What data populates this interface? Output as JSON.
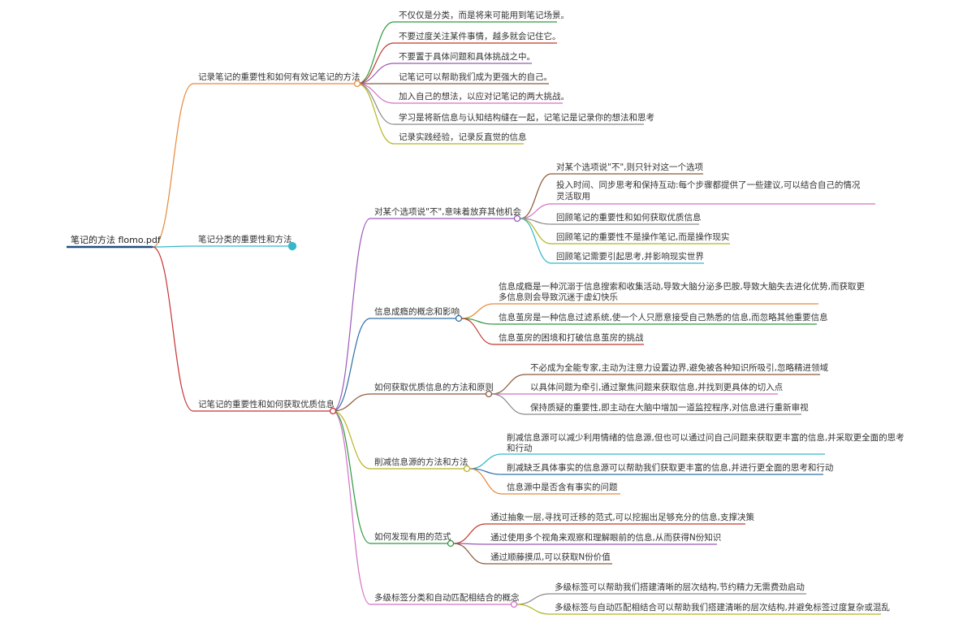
{
  "root": {
    "label": "笔记的方法 flomo.pdf"
  },
  "branches": [
    {
      "label": "记录笔记的重要性和如何有效记笔记的方法",
      "color": "#e8893a",
      "children": [
        {
          "label": "不仅仅是分类，而是将来可能用到笔记场景。",
          "color": "#2e9a3e"
        },
        {
          "label": "不要过度关注某件事情，越多就会记住它。",
          "color": "#c0392b"
        },
        {
          "label": "不要置于具体问题和具体挑战之中。",
          "color": "#9b59b6"
        },
        {
          "label": "记笔记可以帮助我们成为更强大的自己。",
          "color": "#8b5a3c"
        },
        {
          "label": "加入自己的想法，以应对记笔记的两大挑战。",
          "color": "#d36fc6"
        },
        {
          "label": "学习是将新信息与认知结构缝在一起，记笔记是记录你的想法和思考",
          "color": "#8a8a8a"
        },
        {
          "label": "记录实践经验，记录反直觉的信息",
          "color": "#b5b520"
        }
      ]
    },
    {
      "label": "笔记分类的重要性和方法",
      "color": "#35b8c9",
      "children": []
    },
    {
      "label": "记笔记的重要性和如何获取优质信息",
      "color": "#c83232",
      "children": [
        {
          "label": "对某个选项说\"不\",意味着放弃其他机会",
          "color": "#9b59b6",
          "children": [
            {
              "label": "对某个选项说\"不\",则只针对这一个选项",
              "color": "#8b5a3c"
            },
            {
              "label": "投入时间、同步思考和保持互动:每个步骤都提供了一些建议,可以结合自己的情况灵活取用",
              "color": "#d36fc6"
            },
            {
              "label": "回顾笔记的重要性和如何获取优质信息",
              "color": "#8a8a8a"
            },
            {
              "label": "回顾笔记的重要性不是操作笔记,而是操作现实",
              "color": "#b5b520"
            },
            {
              "label": "回顾笔记需要引起思考,并影响现实世界",
              "color": "#35b8c9"
            }
          ]
        },
        {
          "label": "信息成瘾的概念和影响",
          "color": "#2e6fa8",
          "children": [
            {
              "label": "信息成瘾是一种沉溺于信息搜索和收集活动,导致大脑分泌多巴胺,导致大脑失去进化优势,而获取更多信息则会导致沉迷于虚幻快乐",
              "color": "#e8893a"
            },
            {
              "label": "信息茧房是一种信息过滤系统,使一个人只愿意接受自己熟悉的信息,而忽略其他重要信息",
              "color": "#2e9a3e"
            },
            {
              "label": "信息茧房的困境和打破信息茧房的挑战",
              "color": "#c0392b"
            }
          ]
        },
        {
          "label": "如何获取优质信息的方法和原则",
          "color": "#8b5a3c",
          "children": [
            {
              "label": "不必成为全能专家,主动为注意力设置边界,避免被各种知识所吸引,忽略精进领域",
              "color": "#8b5a3c"
            },
            {
              "label": "以具体问题为牵引,通过聚焦问题来获取信息,并找到更具体的切入点",
              "color": "#d36fc6"
            },
            {
              "label": "保持质疑的重要性,即主动在大脑中增加一道监控程序,对信息进行重新审视",
              "color": "#8a8a8a"
            }
          ]
        },
        {
          "label": "削减信息源的方法和方法",
          "color": "#b5b520",
          "children": [
            {
              "label": "削减信息源可以减少利用情绪的信息源,但也可以通过问自己问题来获取更丰富的信息,并采取更全面的思考和行动",
              "color": "#35b8c9"
            },
            {
              "label": "削减缺乏具体事实的信息源可以帮助我们获取更丰富的信息,并进行更全面的思考和行动",
              "color": "#2e6fa8"
            },
            {
              "label": "信息源中是否含有事实的问题",
              "color": "#e8893a"
            }
          ]
        },
        {
          "label": "如何发现有用的范式",
          "color": "#2e9a3e",
          "children": [
            {
              "label": "通过抽象一层,寻找可迁移的范式,可以挖掘出足够充分的信息,支撑决策",
              "color": "#c0392b"
            },
            {
              "label": "通过使用多个视角来观察和理解眼前的信息,从而获得N份知识",
              "color": "#9b59b6"
            },
            {
              "label": "通过顺藤摸瓜,可以获取N份价值",
              "color": "#8b5a3c"
            }
          ]
        },
        {
          "label": "多级标签分类和自动匹配相结合的概念",
          "color": "#d36fc6",
          "children": [
            {
              "label": "多级标签可以帮助我们搭建清晰的层次结构,节约精力无需费劲启动",
              "color": "#8a8a8a"
            },
            {
              "label": "多级标签与自动匹配相结合可以帮助我们搭建清晰的层次结构,并避免标签过度复杂或混乱",
              "color": "#b5b520"
            }
          ]
        }
      ]
    }
  ]
}
